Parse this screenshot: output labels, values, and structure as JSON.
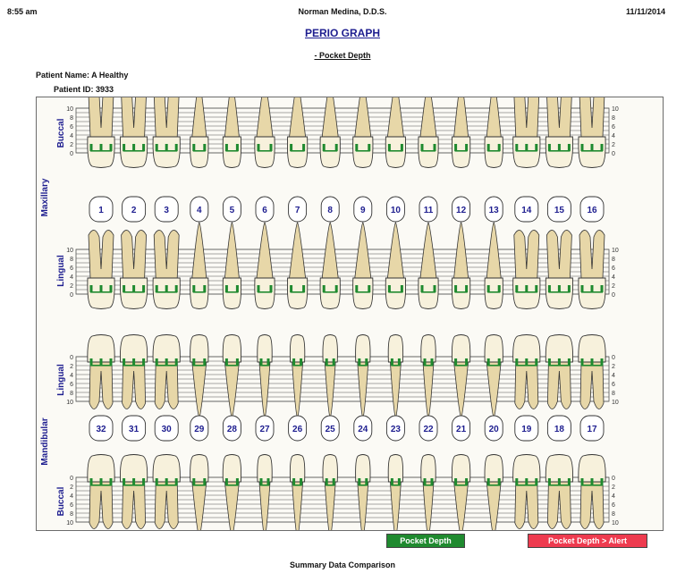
{
  "header": {
    "time": "8:55 am",
    "doctor": "Norman Medina, D.D.S.",
    "date": "11/11/2014"
  },
  "report": {
    "title": "PERIO  GRAPH",
    "subtitle": "- Pocket Depth"
  },
  "patient": {
    "name_line": "Patient Name:  A Healthy",
    "id_line": "Patient ID:  3933"
  },
  "arch_labels": {
    "maxillary": "Maxillary",
    "mandibular": "Mandibular",
    "buccal": "Buccal",
    "lingual": "Lingual"
  },
  "scale_ticks": [
    "10",
    "8",
    "6",
    "4",
    "2",
    "0"
  ],
  "scale_ticks_lower": [
    "0",
    "2",
    "4",
    "6",
    "8",
    "10"
  ],
  "maxillary_teeth": [
    "1",
    "2",
    "3",
    "4",
    "5",
    "6",
    "7",
    "8",
    "9",
    "10",
    "11",
    "12",
    "13",
    "14",
    "15",
    "16"
  ],
  "mandibular_teeth": [
    "32",
    "31",
    "30",
    "29",
    "28",
    "27",
    "26",
    "25",
    "24",
    "23",
    "22",
    "21",
    "20",
    "19",
    "18",
    "17"
  ],
  "legend": {
    "normal": "Pocket Depth",
    "alert": "Pocket Depth > Alert",
    "normal_color": "#1f8a2f",
    "alert_color": "#ee3b4f"
  },
  "footer": "Summary Data Comparison",
  "colors": {
    "tooth_fill": "#f7f1dc",
    "root_fill": "#e7d7a8",
    "outline": "#333333",
    "number": "#1d1d8f"
  }
}
